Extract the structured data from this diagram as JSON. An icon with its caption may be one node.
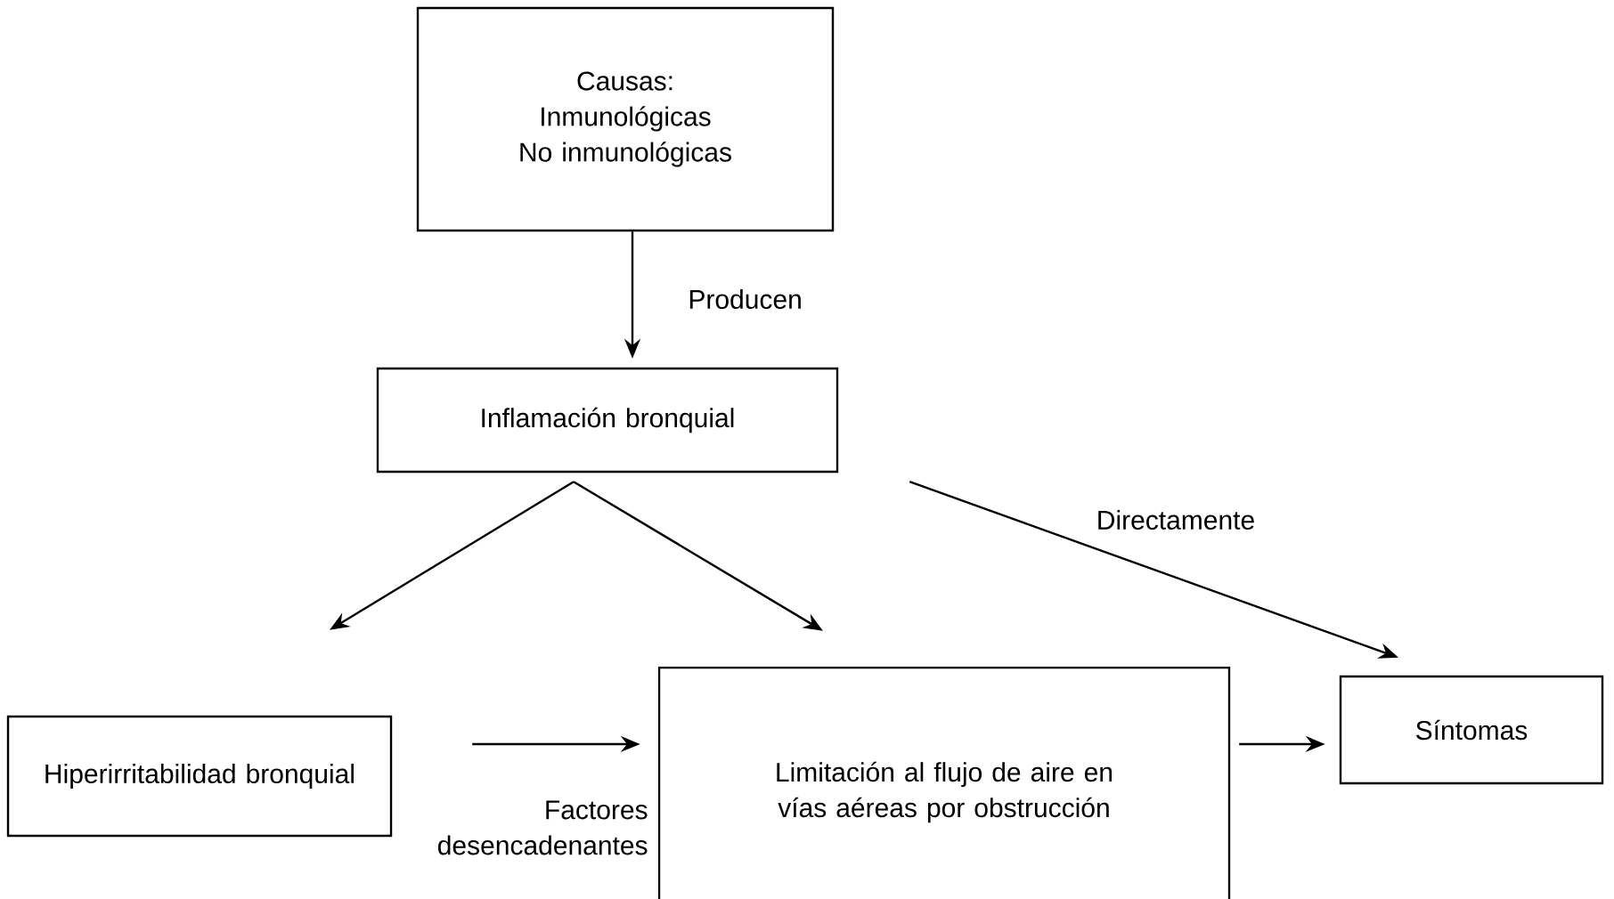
{
  "diagram": {
    "nodes": [
      {
        "text": [
          "Causas:",
          "Inmunológicas No inmunológicas"
        ]
      },
      {
        "text": [
          "Inflamación bronquial"
        ]
      },
      {
        "text": [
          "Hiperirritabilidad bronquial"
        ]
      },
      {
        "text": [
          "Limitación al flujo de aire en vías aéreas por obstrucción"
        ]
      },
      {
        "text": [
          "Síntomas"
        ]
      }
    ],
    "edges": [
      {
        "from": 0,
        "to": 1,
        "arrow": "to",
        "label": "Producen"
      },
      {
        "from": 1,
        "to": 2,
        "arrow": "to"
      },
      {
        "from": 1,
        "to": 3,
        "arrow": "to"
      },
      {
        "from": 1,
        "to": 4,
        "arrow": "to",
        "label": "Directamente"
      },
      {
        "from": 2,
        "to": 3,
        "arrow": "to",
        "label": "Factores desencadenantes"
      },
      {
        "from": 3,
        "to": 4,
        "arrow": "to"
      }
    ]
  }
}
